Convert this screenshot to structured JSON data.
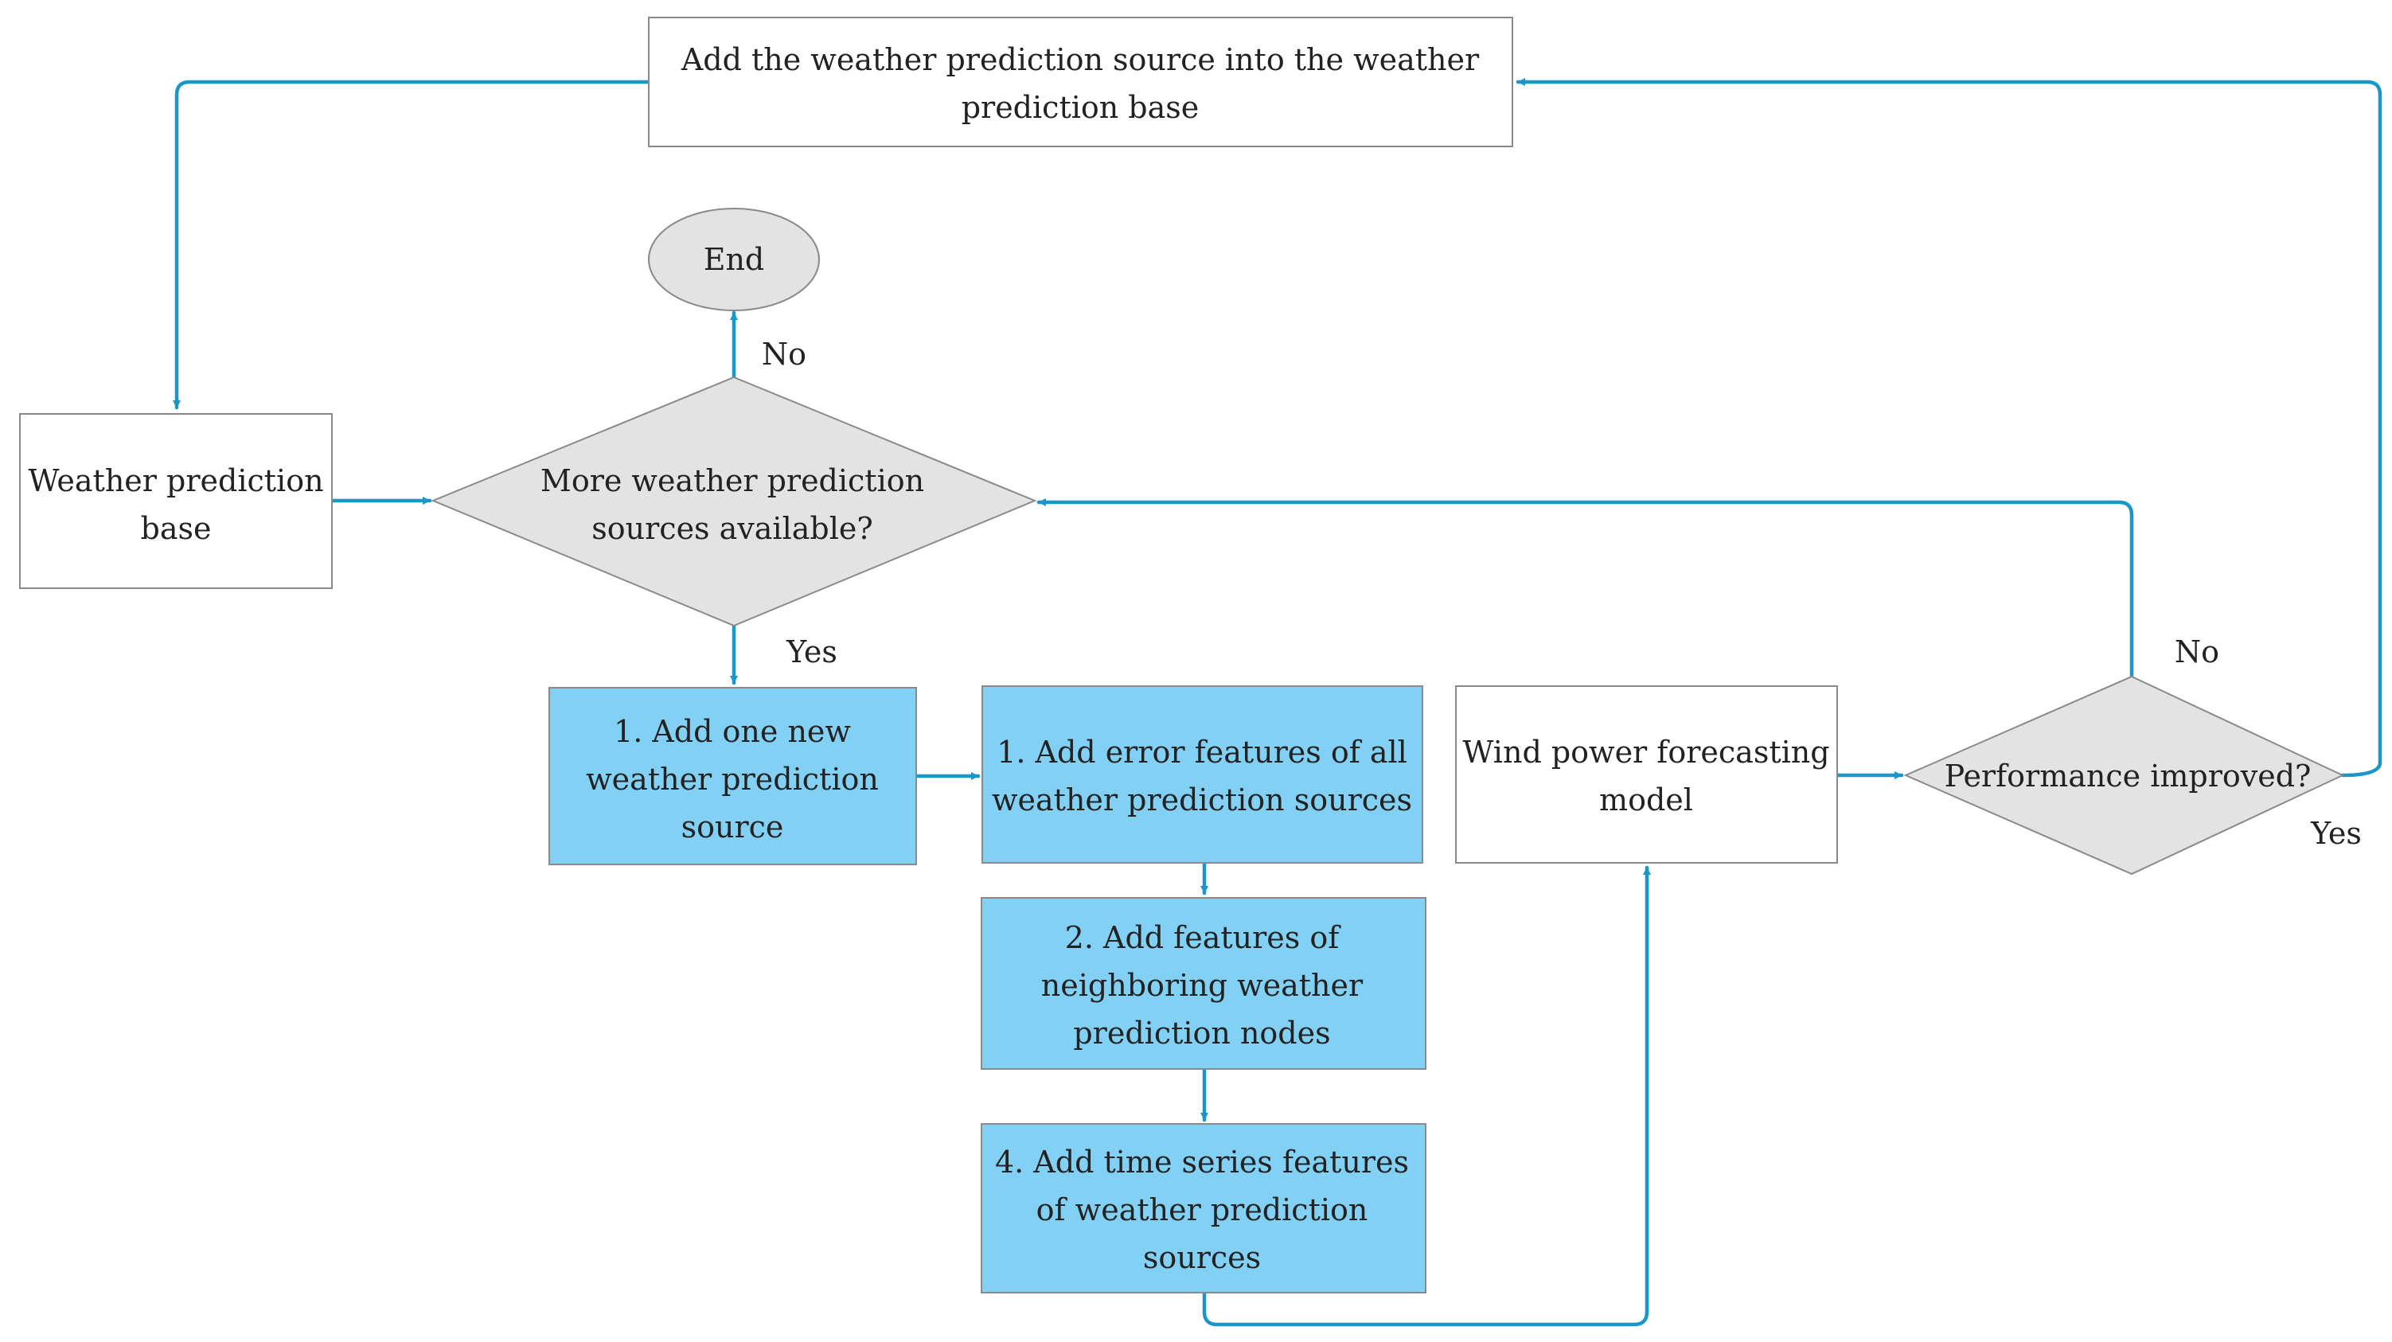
{
  "colors": {
    "arrow": "#1a96c8",
    "step_fill": "#82d1f5",
    "decision_fill": "#e3e3e3",
    "terminal_fill": "#e3e3e3",
    "box_fill": "#ffffff",
    "border": "#8a8a8a",
    "text": "#222222"
  },
  "nodes": {
    "add_source_to_base": {
      "lines": [
        "Add the weather prediction source into the weather",
        "prediction base"
      ]
    },
    "end": {
      "lines": [
        "End"
      ]
    },
    "weather_base": {
      "lines": [
        "Weather prediction",
        "base"
      ]
    },
    "more_sources": {
      "lines": [
        "More weather prediction",
        "sources available?"
      ]
    },
    "add_new_source": {
      "lines": [
        "1. Add one new",
        "weather prediction",
        "source"
      ]
    },
    "add_error_features": {
      "lines": [
        "1. Add error features of all",
        "weather prediction sources"
      ]
    },
    "add_neighbor_features": {
      "lines": [
        "2. Add features of",
        "neighboring weather",
        "prediction nodes"
      ]
    },
    "add_timeseries_features": {
      "lines": [
        "4. Add time series features",
        "of weather prediction",
        "sources"
      ]
    },
    "wind_model": {
      "lines": [
        "Wind power forecasting",
        "model"
      ]
    },
    "performance_improved": {
      "lines": [
        "Performance improved?"
      ]
    }
  },
  "edge_labels": {
    "more_no": "No",
    "more_yes": "Yes",
    "perf_no": "No",
    "perf_yes": "Yes"
  }
}
